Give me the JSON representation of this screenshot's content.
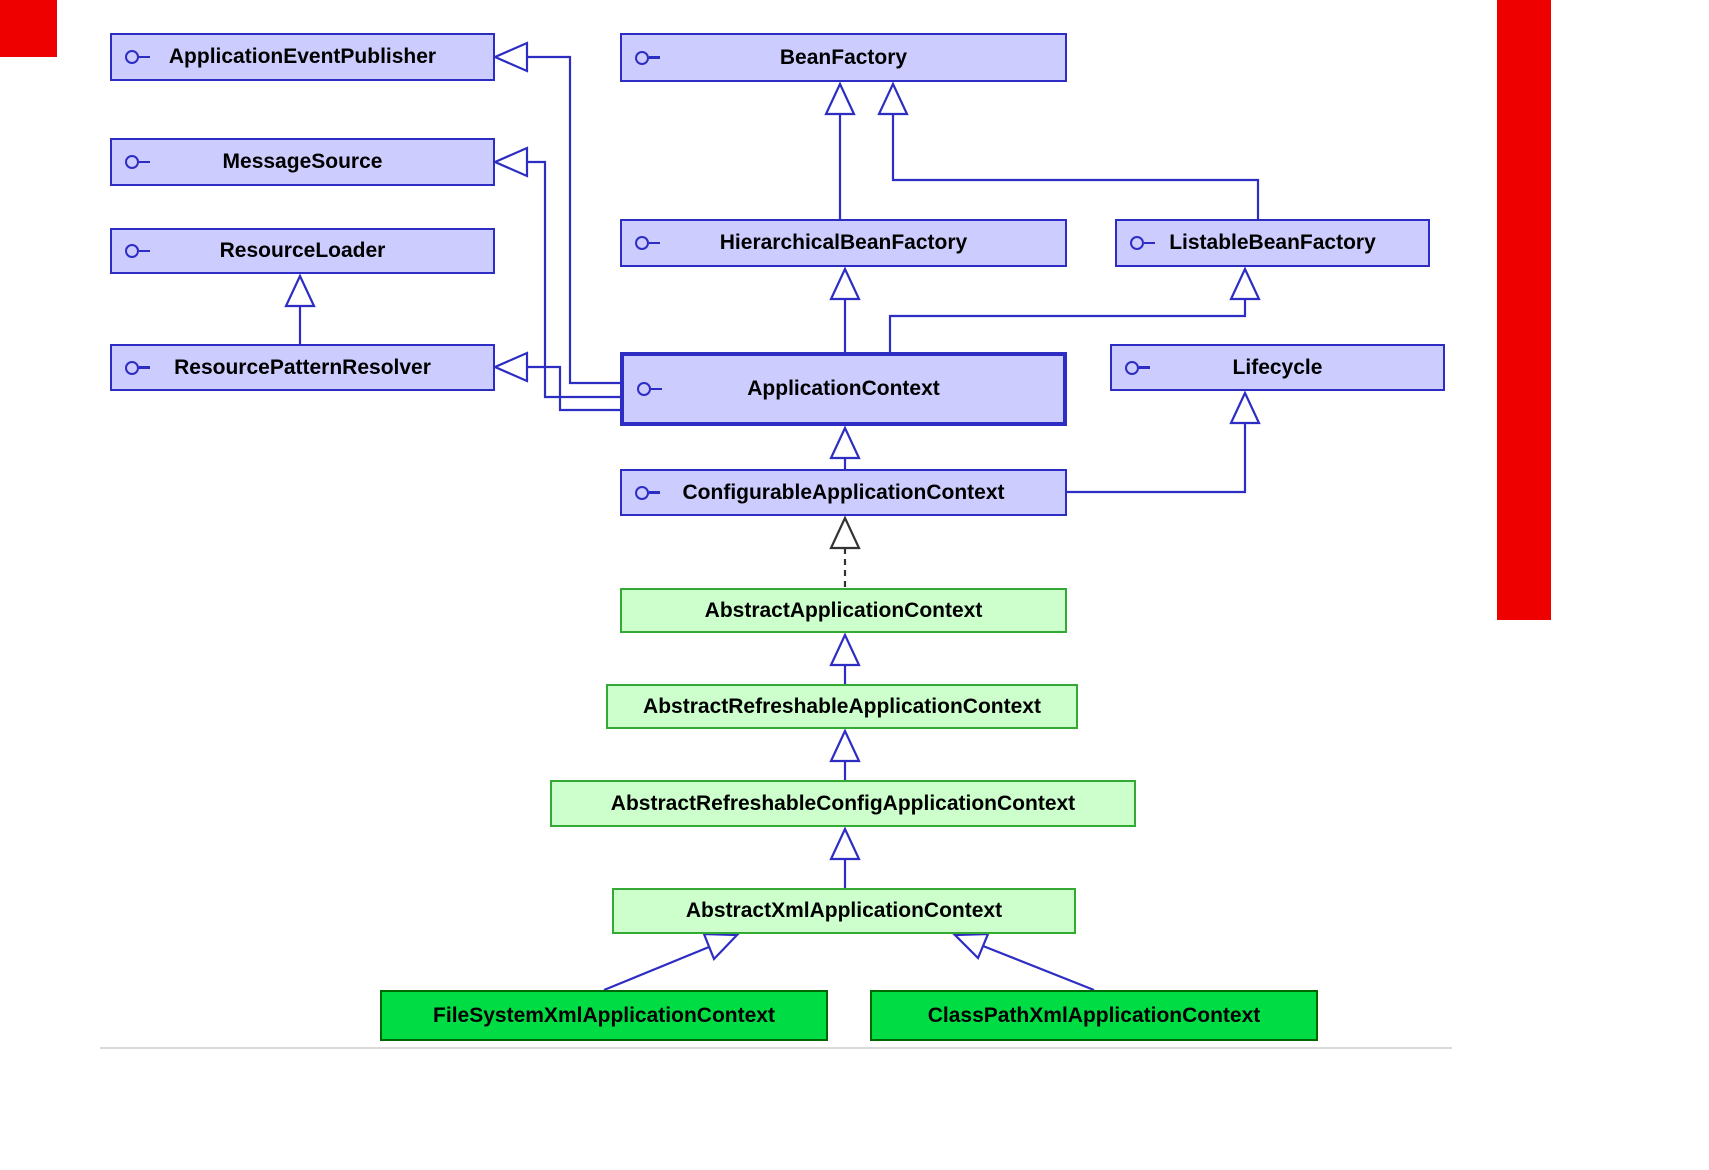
{
  "diagram": {
    "kind": "uml-class-diagram",
    "subject": "Spring ApplicationContext interface and class hierarchy",
    "nodes": [
      {
        "id": "ApplicationEventPublisher",
        "label": "ApplicationEventPublisher",
        "type": "interface"
      },
      {
        "id": "MessageSource",
        "label": "MessageSource",
        "type": "interface"
      },
      {
        "id": "ResourceLoader",
        "label": "ResourceLoader",
        "type": "interface"
      },
      {
        "id": "ResourcePatternResolver",
        "label": "ResourcePatternResolver",
        "type": "interface"
      },
      {
        "id": "BeanFactory",
        "label": "BeanFactory",
        "type": "interface"
      },
      {
        "id": "HierarchicalBeanFactory",
        "label": "HierarchicalBeanFactory",
        "type": "interface"
      },
      {
        "id": "ListableBeanFactory",
        "label": "ListableBeanFactory",
        "type": "interface"
      },
      {
        "id": "ApplicationContext",
        "label": "ApplicationContext",
        "type": "interface"
      },
      {
        "id": "Lifecycle",
        "label": "Lifecycle",
        "type": "interface"
      },
      {
        "id": "ConfigurableApplicationContext",
        "label": "ConfigurableApplicationContext",
        "type": "interface"
      },
      {
        "id": "AbstractApplicationContext",
        "label": "AbstractApplicationContext",
        "type": "abstract-class"
      },
      {
        "id": "AbstractRefreshableApplicationContext",
        "label": "AbstractRefreshableApplicationContext",
        "type": "abstract-class"
      },
      {
        "id": "AbstractRefreshableConfigApplicationContext",
        "label": "AbstractRefreshableConfigApplicationContext",
        "type": "abstract-class"
      },
      {
        "id": "AbstractXmlApplicationContext",
        "label": "AbstractXmlApplicationContext",
        "type": "abstract-class"
      },
      {
        "id": "FileSystemXmlApplicationContext",
        "label": "FileSystemXmlApplicationContext",
        "type": "concrete-class"
      },
      {
        "id": "ClassPathXmlApplicationContext",
        "label": "ClassPathXmlApplicationContext",
        "type": "concrete-class"
      }
    ],
    "edges": [
      {
        "from": "HierarchicalBeanFactory",
        "to": "BeanFactory",
        "type": "generalization"
      },
      {
        "from": "ListableBeanFactory",
        "to": "BeanFactory",
        "type": "generalization"
      },
      {
        "from": "ApplicationContext",
        "to": "HierarchicalBeanFactory",
        "type": "generalization"
      },
      {
        "from": "ApplicationContext",
        "to": "ListableBeanFactory",
        "type": "generalization"
      },
      {
        "from": "ApplicationContext",
        "to": "ApplicationEventPublisher",
        "type": "generalization"
      },
      {
        "from": "ApplicationContext",
        "to": "MessageSource",
        "type": "generalization"
      },
      {
        "from": "ApplicationContext",
        "to": "ResourcePatternResolver",
        "type": "generalization"
      },
      {
        "from": "ResourcePatternResolver",
        "to": "ResourceLoader",
        "type": "generalization"
      },
      {
        "from": "ConfigurableApplicationContext",
        "to": "ApplicationContext",
        "type": "generalization"
      },
      {
        "from": "ConfigurableApplicationContext",
        "to": "Lifecycle",
        "type": "generalization"
      },
      {
        "from": "AbstractApplicationContext",
        "to": "ConfigurableApplicationContext",
        "type": "realization"
      },
      {
        "from": "AbstractRefreshableApplicationContext",
        "to": "AbstractApplicationContext",
        "type": "generalization"
      },
      {
        "from": "AbstractRefreshableConfigApplicationContext",
        "to": "AbstractRefreshableApplicationContext",
        "type": "generalization"
      },
      {
        "from": "AbstractXmlApplicationContext",
        "to": "AbstractRefreshableConfigApplicationContext",
        "type": "generalization"
      },
      {
        "from": "FileSystemXmlApplicationContext",
        "to": "AbstractXmlApplicationContext",
        "type": "generalization"
      },
      {
        "from": "ClassPathXmlApplicationContext",
        "to": "AbstractXmlApplicationContext",
        "type": "generalization"
      }
    ],
    "colors": {
      "interface_fill": "#ccccfe",
      "abstract_class_fill": "#ccffcc",
      "concrete_class_fill": "#00dd44",
      "line": "#2d2dc4",
      "red_marker": "#ee0000"
    }
  }
}
